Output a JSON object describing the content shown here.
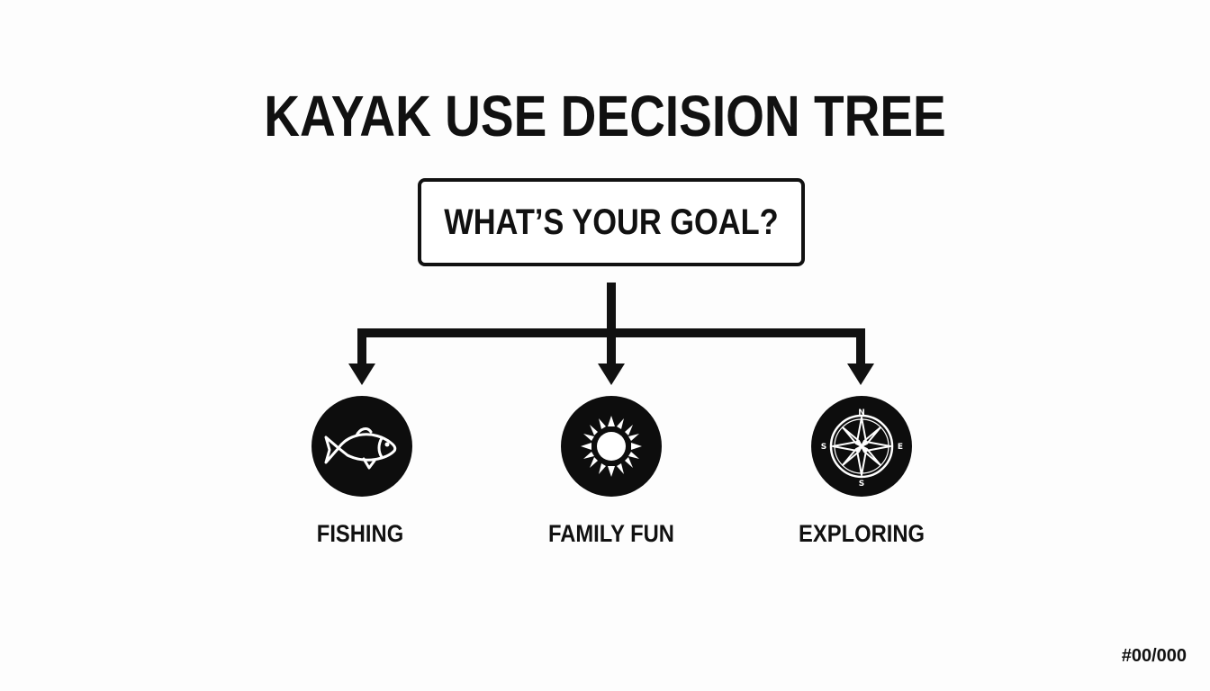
{
  "title": "KAYAK USE DECISION TREE",
  "question": "WHAT’S YOUR GOAL?",
  "options": [
    {
      "label": "FISHING",
      "icon": "fish-icon"
    },
    {
      "label": "FAMILY FUN",
      "icon": "sun-icon"
    },
    {
      "label": "EXPLORING",
      "icon": "compass-icon"
    }
  ],
  "compass_letters": {
    "n": "N",
    "e": "E",
    "s": "S",
    "w": "S"
  },
  "footer_code": "#00/000",
  "colors": {
    "ink": "#111111",
    "background": "#ffffff"
  }
}
